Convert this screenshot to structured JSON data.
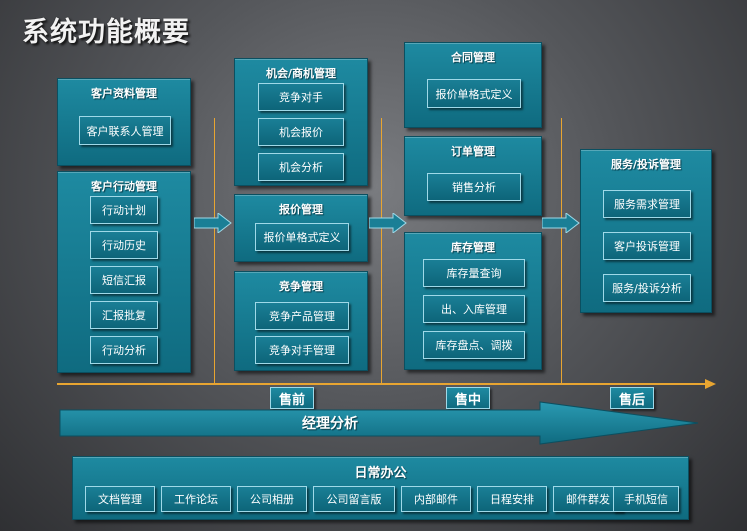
{
  "title": "系统功能概要",
  "columns": {
    "customer_info": {
      "title": "客户资料管理",
      "items": [
        "客户联系人管理"
      ]
    },
    "customer_action": {
      "title": "客户行动管理",
      "items": [
        "行动计划",
        "行动历史",
        "短信汇报",
        "汇报批复",
        "行动分析"
      ]
    },
    "opportunity": {
      "title": "机会/商机管理",
      "items": [
        "竞争对手",
        "机会报价",
        "机会分析"
      ]
    },
    "quote": {
      "title": "报价管理",
      "items": [
        "报价单格式定义"
      ]
    },
    "competition": {
      "title": "竞争管理",
      "items": [
        "竞争产品管理",
        "竞争对手管理"
      ]
    },
    "contract": {
      "title": "合同管理",
      "items": [
        "报价单格式定义"
      ]
    },
    "order": {
      "title": "订单管理",
      "items": [
        "销售分析"
      ]
    },
    "inventory": {
      "title": "库存管理",
      "items": [
        "库存量查询",
        "出、入库管理",
        "库存盘点、调拨"
      ]
    },
    "service": {
      "title": "服务/投诉管理",
      "items": [
        "服务需求管理",
        "客户投诉管理",
        "服务/投诉分析"
      ]
    }
  },
  "stages": [
    "售前",
    "售中",
    "售后"
  ],
  "manager_analysis": "经理分析",
  "office": {
    "title": "日常办公",
    "items": [
      "文档管理",
      "工作论坛",
      "公司相册",
      "公司留言版",
      "内部邮件",
      "日程安排",
      "邮件群发",
      "手机短信"
    ]
  },
  "colors": {
    "panel": "#16788e",
    "accent_line": "#e8a531",
    "item_border": "#9fd9e8"
  }
}
